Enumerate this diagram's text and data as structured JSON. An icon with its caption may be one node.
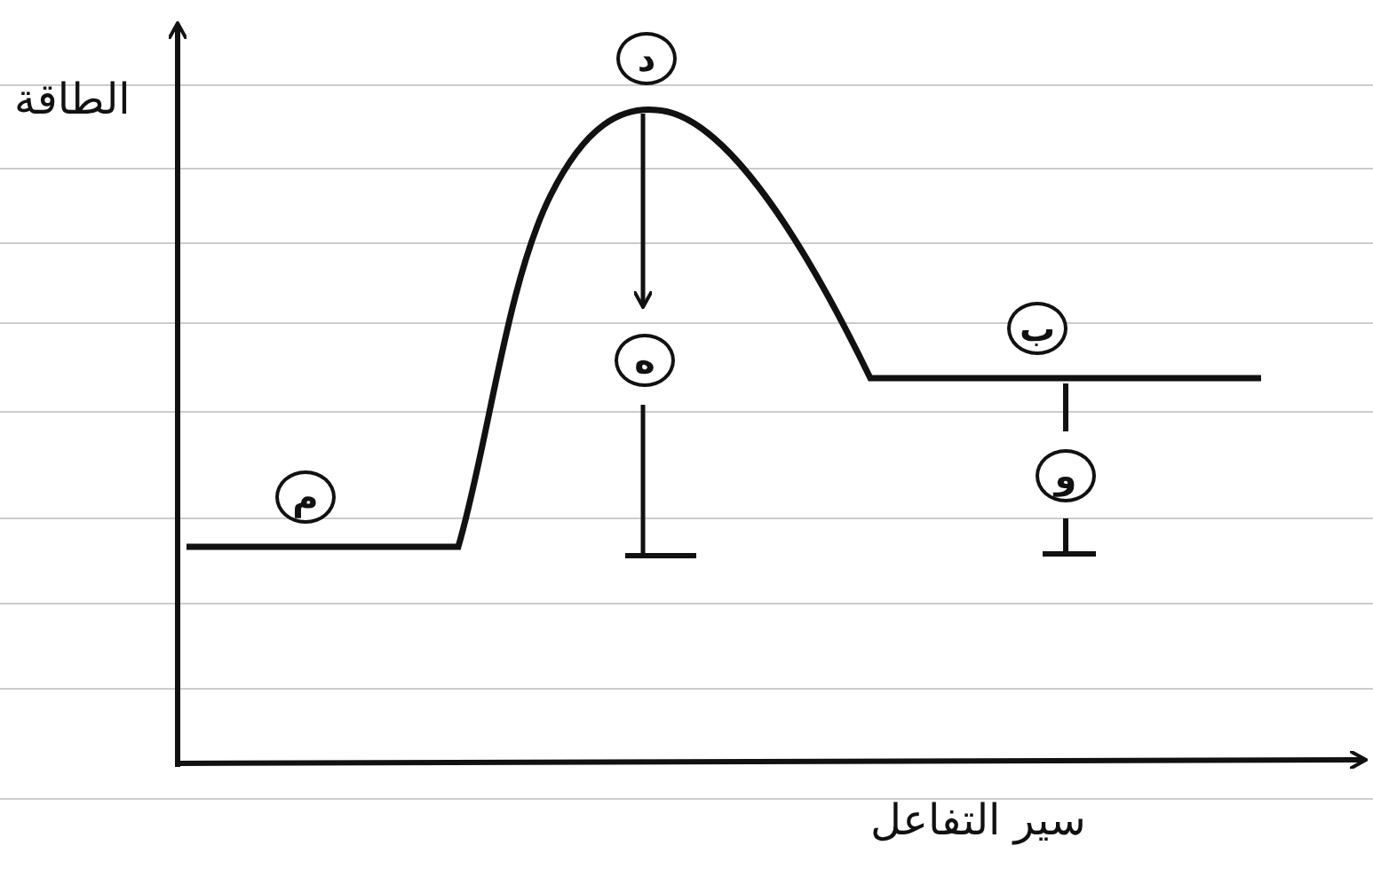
{
  "diagram": {
    "nodes": [
      {
        "text": [
          "د"
        ]
      },
      {
        "text": [
          "ه"
        ]
      },
      {
        "text": [
          "ب"
        ]
      },
      {
        "text": [
          "و"
        ]
      },
      {
        "text": [
          "م"
        ]
      }
    ],
    "edges": [],
    "labels": [
      "الطاقة",
      "سير التفاعل"
    ]
  }
}
